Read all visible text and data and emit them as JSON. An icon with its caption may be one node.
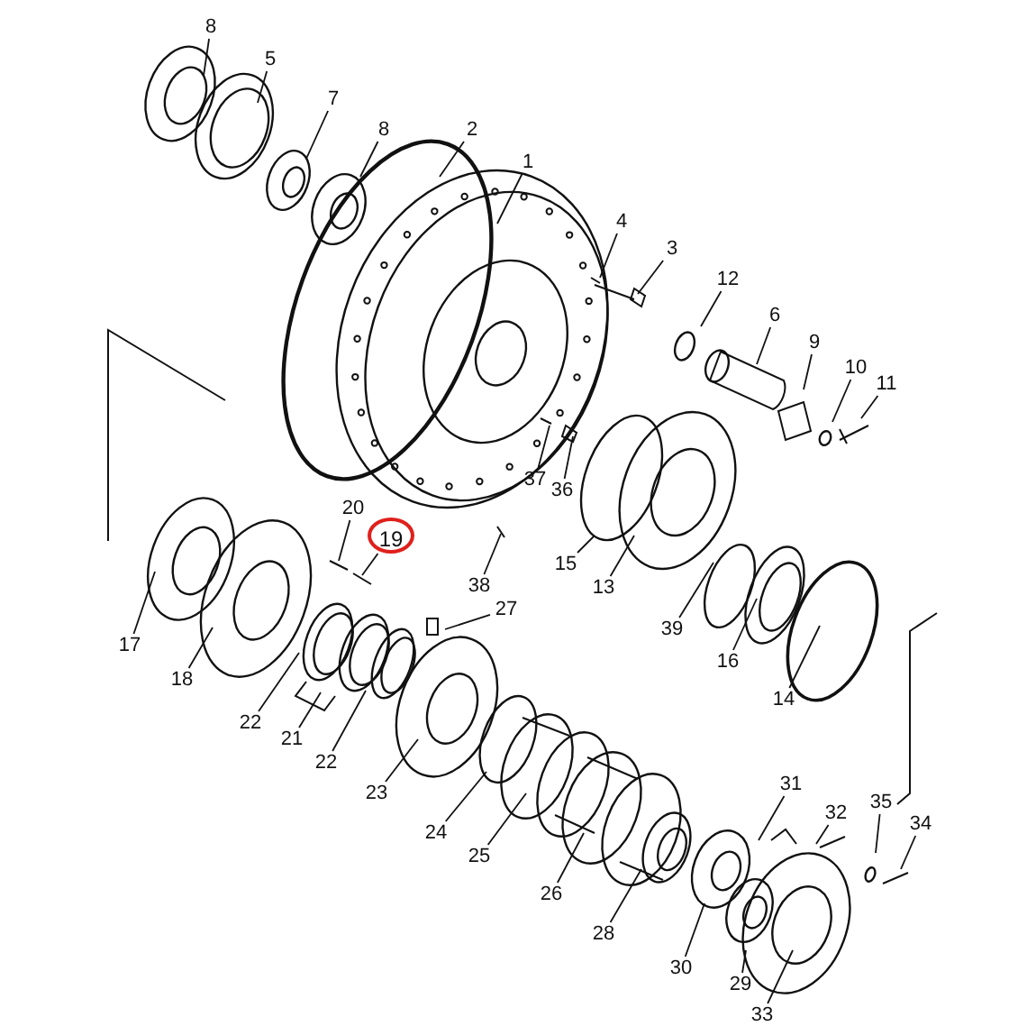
{
  "diagram": {
    "nodes": [
      {
        "text": [
          "8"
        ]
      },
      {
        "text": [
          "5"
        ]
      },
      {
        "text": [
          "7"
        ]
      },
      {
        "text": [
          "8"
        ]
      },
      {
        "text": [
          "2"
        ]
      },
      {
        "text": [
          "1"
        ]
      },
      {
        "text": [
          "4"
        ]
      },
      {
        "text": [
          "3"
        ]
      },
      {
        "text": [
          "12"
        ]
      },
      {
        "text": [
          "6"
        ]
      },
      {
        "text": [
          "9"
        ]
      },
      {
        "text": [
          "10"
        ]
      },
      {
        "text": [
          "11"
        ]
      },
      {
        "text": [
          "37"
        ]
      },
      {
        "text": [
          "36"
        ]
      },
      {
        "text": [
          "20"
        ]
      },
      {
        "text": [
          "19"
        ]
      },
      {
        "text": [
          "38"
        ]
      },
      {
        "text": [
          "27"
        ]
      },
      {
        "text": [
          "15"
        ]
      },
      {
        "text": [
          "13"
        ]
      },
      {
        "text": [
          "39"
        ]
      },
      {
        "text": [
          "16"
        ]
      },
      {
        "text": [
          "14"
        ]
      },
      {
        "text": [
          "17"
        ]
      },
      {
        "text": [
          "18"
        ]
      },
      {
        "text": [
          "22"
        ]
      },
      {
        "text": [
          "21"
        ]
      },
      {
        "text": [
          "22"
        ]
      },
      {
        "text": [
          "23"
        ]
      },
      {
        "text": [
          "24"
        ]
      },
      {
        "text": [
          "25"
        ]
      },
      {
        "text": [
          "26"
        ]
      },
      {
        "text": [
          "28"
        ]
      },
      {
        "text": [
          "31"
        ]
      },
      {
        "text": [
          "32"
        ]
      },
      {
        "text": [
          "35"
        ]
      },
      {
        "text": [
          "34"
        ]
      },
      {
        "text": [
          "30"
        ]
      },
      {
        "text": [
          "29"
        ]
      },
      {
        "text": [
          "33"
        ]
      }
    ],
    "edges": [
      {
        "from": 0,
        "to": null,
        "arrow": "none"
      },
      {
        "from": 1,
        "to": null,
        "arrow": "none"
      },
      {
        "from": 2,
        "to": null,
        "arrow": "none"
      },
      {
        "from": 3,
        "to": null,
        "arrow": "none"
      },
      {
        "from": 4,
        "to": null,
        "arrow": "none"
      },
      {
        "from": 5,
        "to": null,
        "arrow": "none"
      },
      {
        "from": 6,
        "to": null,
        "arrow": "none"
      },
      {
        "from": 7,
        "to": null,
        "arrow": "none"
      },
      {
        "from": 8,
        "to": null,
        "arrow": "none"
      },
      {
        "from": 9,
        "to": null,
        "arrow": "none"
      },
      {
        "from": 10,
        "to": null,
        "arrow": "none"
      },
      {
        "from": 11,
        "to": null,
        "arrow": "none"
      },
      {
        "from": 12,
        "to": null,
        "arrow": "none"
      },
      {
        "from": 13,
        "to": null,
        "arrow": "none"
      },
      {
        "from": 14,
        "to": null,
        "arrow": "none"
      },
      {
        "from": 15,
        "to": null,
        "arrow": "none"
      },
      {
        "from": 16,
        "to": null,
        "arrow": "none"
      },
      {
        "from": 17,
        "to": null,
        "arrow": "none"
      },
      {
        "from": 18,
        "to": null,
        "arrow": "none"
      },
      {
        "from": 19,
        "to": null,
        "arrow": "none"
      },
      {
        "from": 20,
        "to": null,
        "arrow": "none"
      },
      {
        "from": 21,
        "to": null,
        "arrow": "none"
      },
      {
        "from": 22,
        "to": null,
        "arrow": "none"
      },
      {
        "from": 23,
        "to": null,
        "arrow": "none"
      },
      {
        "from": 24,
        "to": null,
        "arrow": "none"
      },
      {
        "from": 25,
        "to": null,
        "arrow": "none"
      },
      {
        "from": 26,
        "to": null,
        "arrow": "none"
      },
      {
        "from": 27,
        "to": null,
        "arrow": "none"
      },
      {
        "from": 28,
        "to": null,
        "arrow": "none"
      },
      {
        "from": 29,
        "to": null,
        "arrow": "none"
      },
      {
        "from": 30,
        "to": null,
        "arrow": "none"
      },
      {
        "from": 31,
        "to": null,
        "arrow": "none"
      },
      {
        "from": 32,
        "to": null,
        "arrow": "none"
      },
      {
        "from": 33,
        "to": null,
        "arrow": "none"
      },
      {
        "from": 34,
        "to": null,
        "arrow": "none"
      },
      {
        "from": 35,
        "to": null,
        "arrow": "none"
      },
      {
        "from": 36,
        "to": null,
        "arrow": "none"
      },
      {
        "from": 37,
        "to": null,
        "arrow": "none"
      },
      {
        "from": 38,
        "to": null,
        "arrow": "none"
      },
      {
        "from": 39,
        "to": null,
        "arrow": "none"
      },
      {
        "from": 40,
        "to": null,
        "arrow": "none"
      }
    ]
  }
}
